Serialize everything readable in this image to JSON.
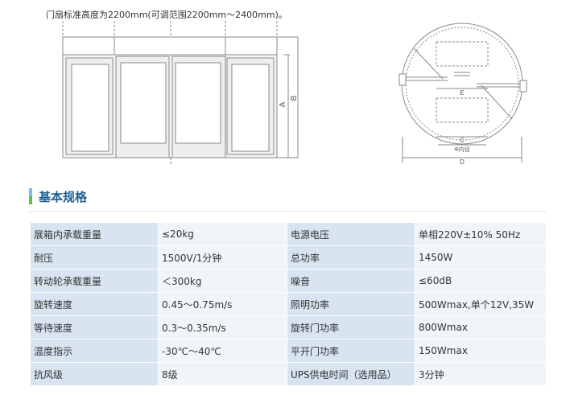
{
  "drawing_note": "门扇标准高度为2200mm(可调范围2200mm～2400mm)。",
  "front_view": {
    "dim_labels": [
      "A",
      "B"
    ]
  },
  "plan_view": {
    "dim_labels": [
      "E",
      "C",
      "Φ内径",
      "D"
    ]
  },
  "section": {
    "title": "基本规格"
  },
  "specs": [
    [
      {
        "label": "展箱内承载重量",
        "value": "≤20kg"
      },
      {
        "label": "电源电压",
        "value": "单相220V±10%   50Hz"
      }
    ],
    [
      {
        "label": "耐压",
        "value": "1500V/1分钟"
      },
      {
        "label": "总功率",
        "value": "1450W"
      }
    ],
    [
      {
        "label": "转动轮承载重量",
        "value": "＜300kg"
      },
      {
        "label": "噪音",
        "value": "≤60dB"
      }
    ],
    [
      {
        "label": "旋转速度",
        "value": "0.45～0.75m/s"
      },
      {
        "label": "照明功率",
        "value": "500Wmax,单个12V,35W"
      }
    ],
    [
      {
        "label": "等待速度",
        "value": "0.3～0.35m/s"
      },
      {
        "label": "旋转门功率",
        "value": "800Wmax"
      }
    ],
    [
      {
        "label": "温度指示",
        "value": "-30℃～40℃"
      },
      {
        "label": "平开门功率",
        "value": "150Wmax"
      }
    ],
    [
      {
        "label": "抗风级",
        "value": "8级"
      },
      {
        "label": "UPS供电时间（选用品）",
        "value": "3分钟"
      }
    ]
  ]
}
